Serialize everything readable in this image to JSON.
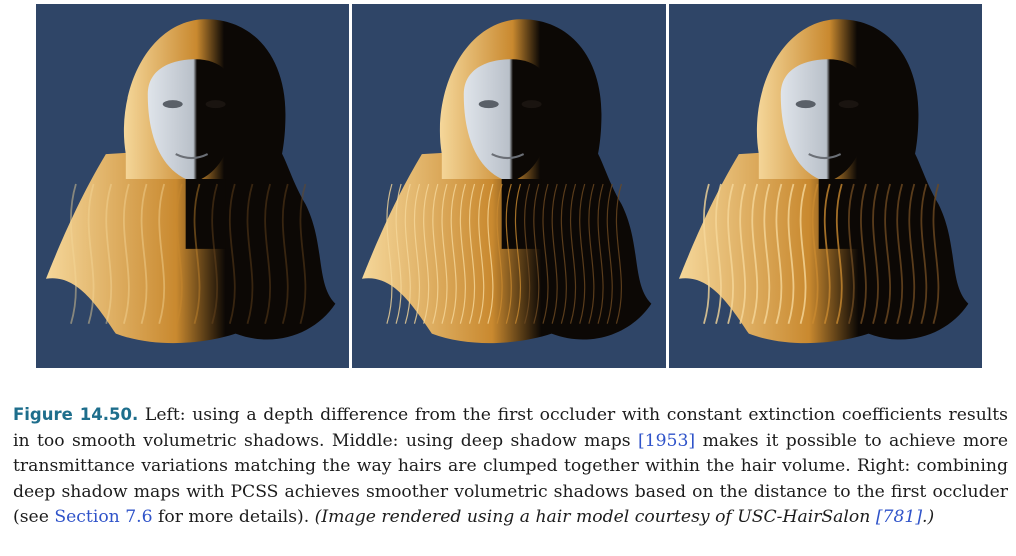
{
  "figure": {
    "panels": [
      {
        "name": "left",
        "variant": "smooth"
      },
      {
        "name": "middle",
        "variant": "deep"
      },
      {
        "name": "right",
        "variant": "pcss"
      }
    ],
    "colors": {
      "background": "#2f4567",
      "hair_light": "#f5d79a",
      "hair_mid": "#c9892f",
      "skin": "#dfe4ea",
      "shadow": "#0c0805"
    }
  },
  "caption": {
    "label": "Figure 14.50.",
    "text_1": " Left: using a depth difference from the first occluder with constant extinction coefficients results in too smooth volumetric shadows. Middle: using deep shadow maps ",
    "ref_1": "[1953]",
    "text_2": " makes it possible to achieve more transmittance variations matching the way hairs are clumped together within the hair volume. Right: combining deep shadow maps with PCSS achieves smoother volumetric shadows based on the distance to the first occluder (see ",
    "ref_2": "Section 7.6",
    "text_3": " for more details). ",
    "credit_1": "(Image rendered using a hair model courtesy of USC-HairSalon ",
    "ref_3": "[781]",
    "credit_2": ".)"
  }
}
